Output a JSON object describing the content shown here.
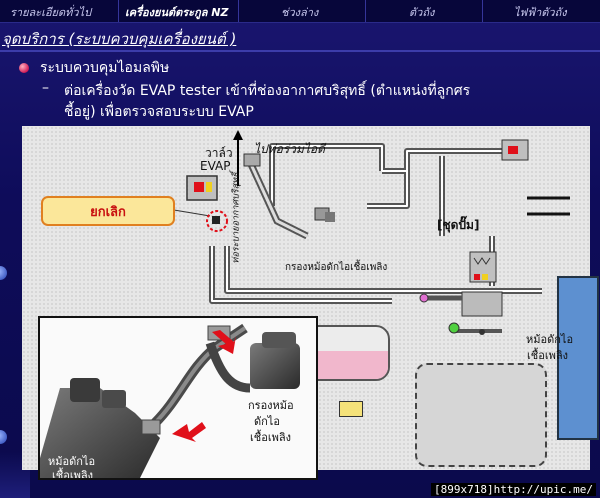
{
  "nav": {
    "items": [
      "รายละเอียดทั่วไป",
      "เครื่องยนต์ตระกูล NZ",
      "ช่วงล่าง",
      "ตัวถัง",
      "ไฟฟ้าตัวถัง"
    ]
  },
  "slide": {
    "title": "จุดบริการ (ระบบควบคุมเครื่องยนต์ )",
    "bullet": "ระบบควบคุมไอมลพิษ",
    "subbullet_line1": "ต่อเครื่องวัด EVAP tester เข้าที่ช่องอากาศบริสุทธิ์ (ตำแหน่งที่ลูกศร",
    "subbullet_line2": "ชี้อยู่) เพื่อตรวจสอบระบบ EVAP",
    "dash": "–"
  },
  "diagram": {
    "cancel_label": "ยกเลิก",
    "valve_label_1": "วาล์ว",
    "valve_label_2": "EVAP",
    "to_intake": "ไปท่อร่วมไอดี",
    "vertical_label": "ท่อระบายอากาศบริสุทธิ์",
    "pump_module": "[ชุดปั๊ม]",
    "fuel_filter": "กรองหม้อดักไอเชื้อเพลิง",
    "canister_label_1": "หม้อดักไอ",
    "canister_label_2": "เชื้อเพลิง",
    "inset_filter_1": "กรองหม้อ",
    "inset_filter_2": "ดักไอ",
    "inset_filter_3": "เชื้อเพลิง",
    "inset_canister_1": "หม้อดักไอ",
    "inset_canister_2": "เชื้อเพลิง"
  },
  "watermark": "[899x718]http://upic.me/",
  "colors": {
    "background": "#0e0c5a",
    "panel": "#e7e7e7",
    "cancel_fill": "#fbe79a",
    "cancel_text": "#c81010",
    "arrow_red": "#e0101a",
    "canister_blue": "#5d90d0",
    "fuel_pink": "#f1b7cc"
  }
}
